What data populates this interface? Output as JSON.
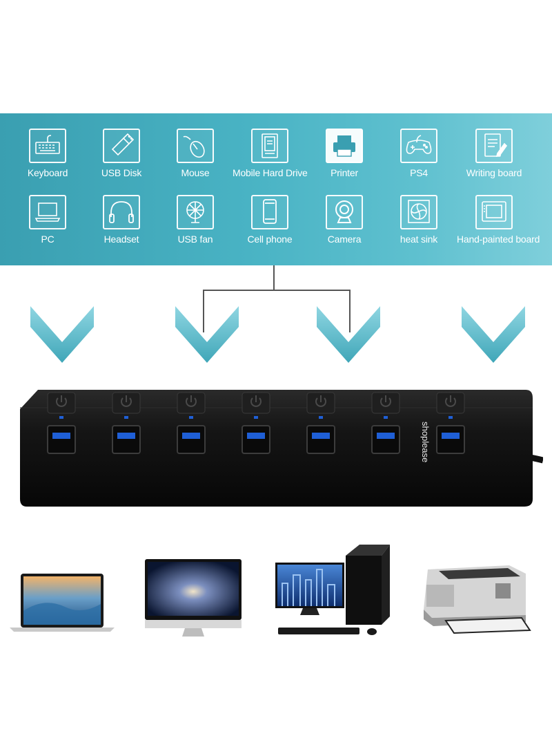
{
  "banner": {
    "row1": [
      {
        "label": "Keyboard",
        "icon": "keyboard-icon"
      },
      {
        "label": "USB Disk",
        "icon": "usb-disk-icon"
      },
      {
        "label": "Mouse",
        "icon": "mouse-icon"
      },
      {
        "label": "Mobile Hard Drive",
        "icon": "hard-drive-icon"
      },
      {
        "label": "Printer",
        "icon": "printer-icon"
      },
      {
        "label": "PS4",
        "icon": "gamepad-icon"
      },
      {
        "label": "Writing board",
        "icon": "writing-board-icon"
      }
    ],
    "row2": [
      {
        "label": "PC",
        "icon": "pc-icon"
      },
      {
        "label": "Headset",
        "icon": "headset-icon"
      },
      {
        "label": "USB fan",
        "icon": "fan-icon"
      },
      {
        "label": "Cell phone",
        "icon": "cell-phone-icon"
      },
      {
        "label": "Camera",
        "icon": "camera-icon"
      },
      {
        "label": "heat sink",
        "icon": "heat-sink-icon"
      },
      {
        "label": "Hand-painted board",
        "icon": "drawing-tablet-icon"
      }
    ]
  },
  "hub": {
    "brand": "shoplease",
    "port_count": 7
  },
  "colors": {
    "banner": "#49b3c4",
    "chevron": "#5bbccc",
    "hub_body": "#141414",
    "usb_blue": "#1f5fd6"
  }
}
